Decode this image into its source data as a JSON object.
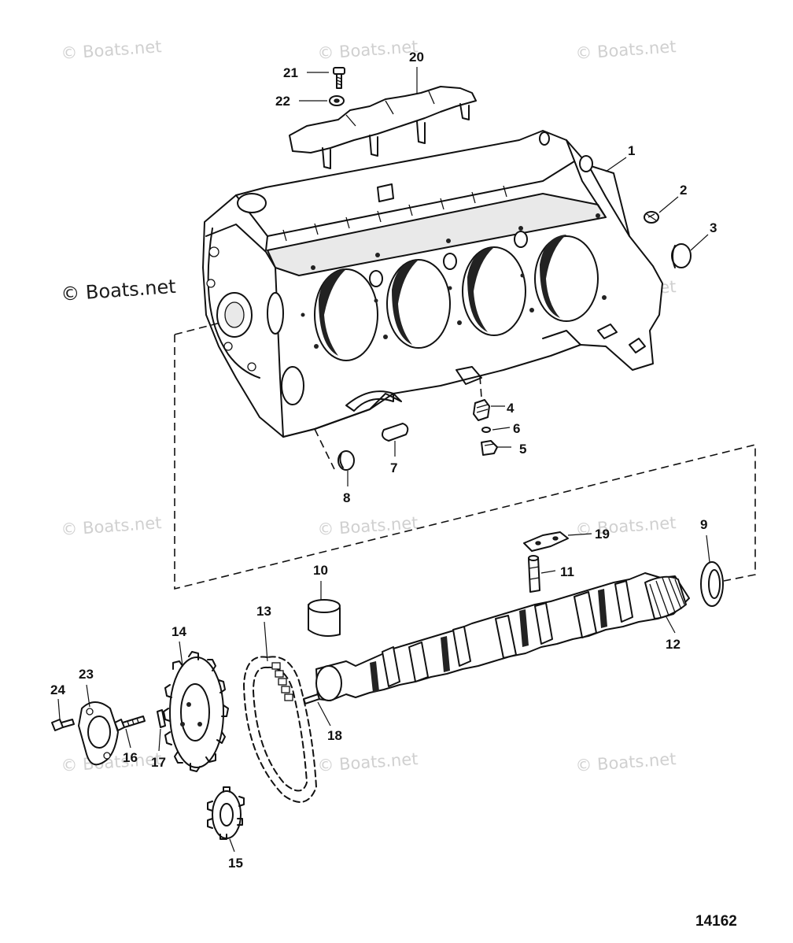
{
  "watermark": {
    "faint": "© Boats.net",
    "main": "© Boats.net"
  },
  "diagram_id": "14162",
  "callouts": [
    {
      "id": "c1",
      "label": "1"
    },
    {
      "id": "c2",
      "label": "2"
    },
    {
      "id": "c3",
      "label": "3"
    },
    {
      "id": "c4",
      "label": "4"
    },
    {
      "id": "c5",
      "label": "5"
    },
    {
      "id": "c6",
      "label": "6"
    },
    {
      "id": "c7",
      "label": "7"
    },
    {
      "id": "c8",
      "label": "8"
    },
    {
      "id": "c9",
      "label": "9"
    },
    {
      "id": "c10",
      "label": "10"
    },
    {
      "id": "c11",
      "label": "11"
    },
    {
      "id": "c12",
      "label": "12"
    },
    {
      "id": "c13",
      "label": "13"
    },
    {
      "id": "c14",
      "label": "14"
    },
    {
      "id": "c15",
      "label": "15"
    },
    {
      "id": "c16",
      "label": "16"
    },
    {
      "id": "c17",
      "label": "17"
    },
    {
      "id": "c18",
      "label": "18"
    },
    {
      "id": "c19",
      "label": "19"
    },
    {
      "id": "c20",
      "label": "20"
    },
    {
      "id": "c21",
      "label": "21"
    },
    {
      "id": "c22",
      "label": "22"
    },
    {
      "id": "c23",
      "label": "23"
    },
    {
      "id": "c24",
      "label": "24"
    }
  ],
  "colors": {
    "line": "#111111",
    "watermark": "#d0d0d0",
    "background": "#ffffff"
  }
}
